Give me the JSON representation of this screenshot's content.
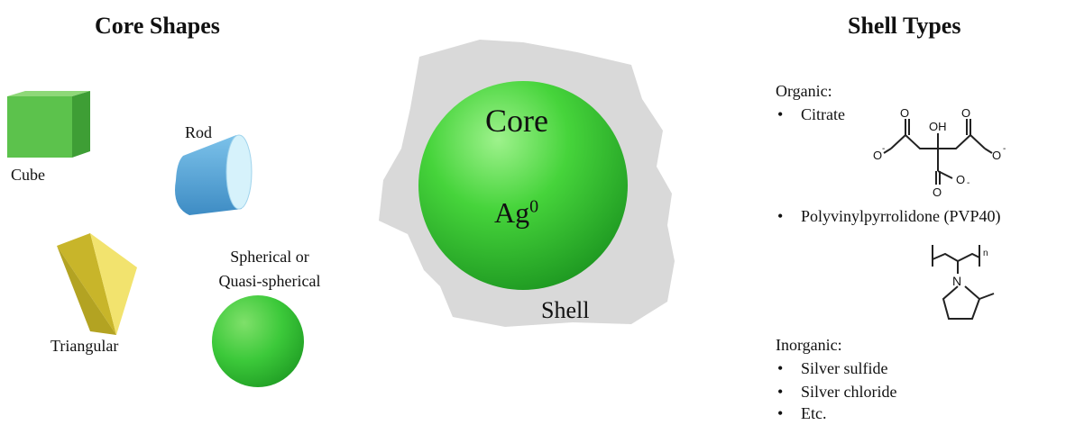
{
  "left_heading": "Core Shapes",
  "right_heading": "Shell Types",
  "shapes": {
    "cube": "Cube",
    "rod": "Rod",
    "triangular": "Triangular",
    "spherical_line1": "Spherical or",
    "spherical_line2": "Quasi-spherical"
  },
  "center": {
    "core_label": "Core",
    "ag_label": "Ag",
    "ag_superscript": "0",
    "shell_label": "Shell"
  },
  "shell_types": {
    "organic_heading": "Organic:",
    "organic_items": [
      "Citrate",
      "Polyvinylpyrrolidone (PVP40)"
    ],
    "inorganic_heading": "Inorganic:",
    "inorganic_items": [
      "Silver sulfide",
      "Silver chloride",
      "Etc."
    ],
    "bullet": "•"
  },
  "structures": {
    "citrate_oh": "OH",
    "citrate_o": "O",
    "citrate_minus": "-",
    "pvp_n": "N",
    "pvp_subscript": "n"
  },
  "colors": {
    "core_green": "#3cc93a",
    "shell_gray": "#d9d9d9",
    "rod_blue": "#5ba8d8",
    "triangle_yellow": "#e5d24a"
  }
}
